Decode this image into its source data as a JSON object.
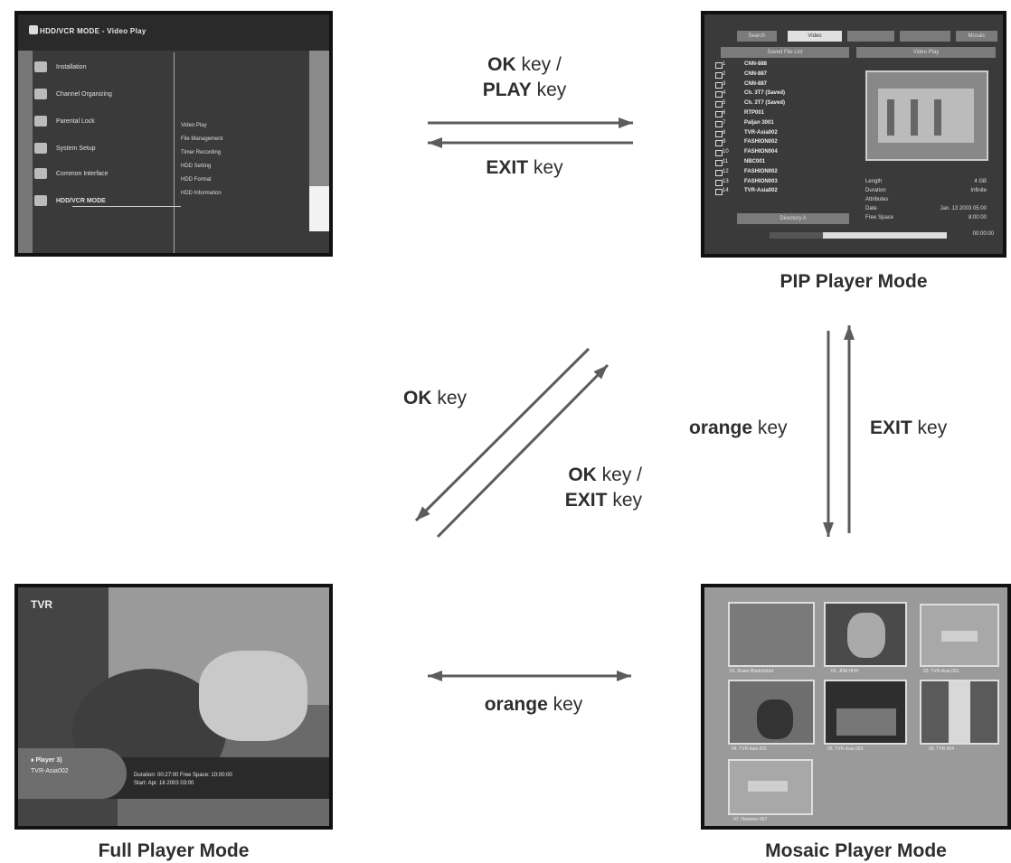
{
  "menu_screen": {
    "title": "HDD/VCR MODE - Video Play",
    "items": [
      "Installation",
      "Channel Organizing",
      "Parental Lock",
      "System Setup",
      "Common Interface",
      "HDD/VCR MODE"
    ],
    "submenu": [
      "Video Play",
      "File Management",
      "Timer Recording",
      "HDD Setting",
      "HDD Format",
      "HDD Information"
    ]
  },
  "pip_screen": {
    "tabs": [
      "Search",
      "Video",
      "",
      "",
      "Mosaic"
    ],
    "list_header": "Saved File List",
    "preview_header": "Video Play",
    "files": [
      {
        "num": "1",
        "name": "CNN-888"
      },
      {
        "num": "2",
        "name": "CNN-887"
      },
      {
        "num": "3",
        "name": "CNN-887"
      },
      {
        "num": "4",
        "name": "Ch. 3T7 (Saved)"
      },
      {
        "num": "5",
        "name": "Ch. 3T7 (Saved)"
      },
      {
        "num": "6",
        "name": "RTP001"
      },
      {
        "num": "7",
        "name": "Paljan 3001"
      },
      {
        "num": "8",
        "name": "TVR-Asia002"
      },
      {
        "num": "9",
        "name": "FASHION002"
      },
      {
        "num": "10",
        "name": "FASHION004"
      },
      {
        "num": "11",
        "name": "NBC001"
      },
      {
        "num": "12",
        "name": "FASHION002"
      },
      {
        "num": "13",
        "name": "FASHION003"
      },
      {
        "num": "14",
        "name": "TVR-Asia002"
      }
    ],
    "info_labels": [
      "Length",
      "Duration",
      "Attributes",
      "Date",
      "Free Space"
    ],
    "info_values": [
      "4 GB",
      "Infinite",
      "",
      "Jan. 13 2003 05:00",
      "8:00:00"
    ],
    "footer_button": "Directory A",
    "progress_time": "00:00:00",
    "progress_fraction": 0.3
  },
  "full_screen": {
    "logo": "TVR",
    "panel_line1": "⏸ Player 3)",
    "panel_line2": "TVR-Asia002",
    "status_line1": "Duration: 00:27:00   Free Space: 10:00:00",
    "status_line2": "Start: Apr. 18 2003 03:00"
  },
  "mosaic_screen": {
    "tiles": [
      "01. Rowe Rhetoricbot",
      "02. JFM HHH",
      "03. TVR-Asia 001",
      "04. TVR Asia 002",
      "05. TVR-Asia 003",
      "06. TVR 004",
      "07. Hammer 007"
    ]
  },
  "labels": {
    "ok_key_bold": "OK",
    "ok_key_rest": " key /",
    "play_key_bold": "PLAY",
    "play_key_rest": " key",
    "exit_key_bold": "EXIT",
    "exit_key_rest": " key",
    "ok_key2_bold": "OK",
    "ok_key2_rest": " key",
    "ok_key3_bold": "OK",
    "ok_key3_rest": " key /",
    "exit_key3_bold": "EXIT",
    "exit_key3_rest": " key",
    "orange_key_bold": "orange",
    "orange_key_rest": " key",
    "exit_key2_bold": "EXIT",
    "exit_key2_rest": " key",
    "orange_key2_bold": "orange",
    "orange_key2_rest": " key"
  },
  "captions": {
    "pip": "PIP Player Mode",
    "full": "Full Player Mode",
    "mosaic": "Mosaic Player Mode"
  },
  "colors": {
    "arrow": "#5c5c5c",
    "screen_dark": "#3a3a3a"
  }
}
